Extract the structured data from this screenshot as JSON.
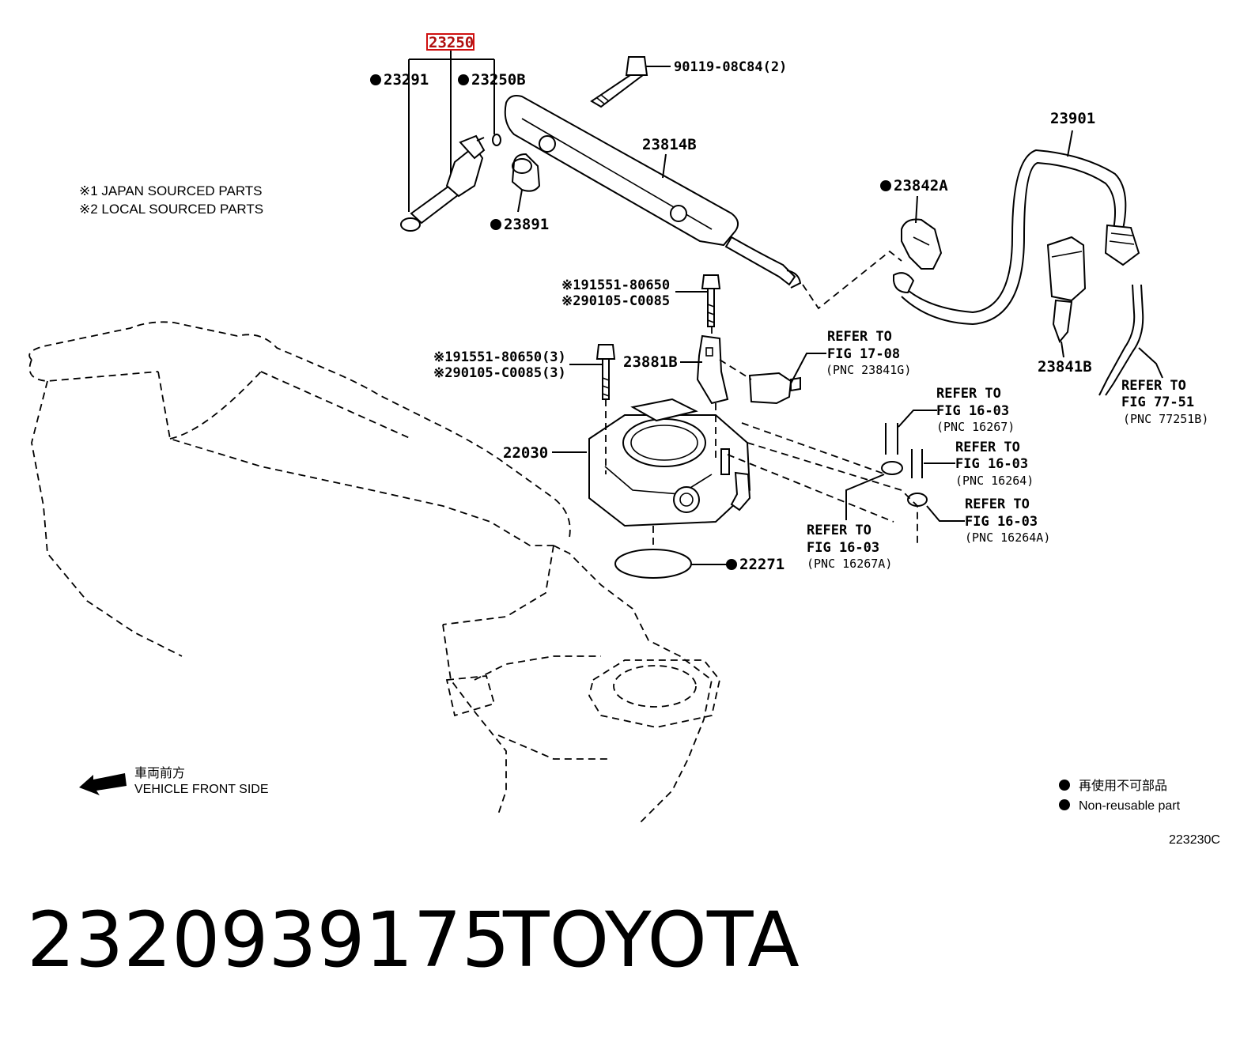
{
  "callouts": {
    "injector_assy": "23250",
    "bolt_90119": "90119-08C84(2)",
    "o_ring_23291": "23291",
    "o_ring_23250B": "23250B",
    "delivery_pipe": "23814B",
    "fuel_tube": "23901",
    "clamp_23842A": "23842A",
    "insulator_23891": "23891",
    "bolt_top_1": "※191551-80650",
    "bolt_top_2": "※290105-C0085",
    "bolt_side_1": "※191551-80650(3)",
    "bolt_side_2": "※290105-C0085(3)",
    "bracket_23881B": "23881B",
    "throttle_body": "22030",
    "gasket": "22271",
    "connector_23841B": "23841B"
  },
  "refers": [
    {
      "l1": "REFER TO",
      "l2": "FIG 17-08",
      "l3": "(PNC 23841G)"
    },
    {
      "l1": "REFER TO",
      "l2": "FIG 16-03",
      "l3": "(PNC 16267)"
    },
    {
      "l1": "REFER TO",
      "l2": "FIG 16-03",
      "l3": "(PNC 16264)"
    },
    {
      "l1": "REFER TO",
      "l2": "FIG 16-03",
      "l3": "(PNC 16264A)"
    },
    {
      "l1": "REFER TO",
      "l2": "FIG 16-03",
      "l3": "(PNC 16267A)"
    },
    {
      "l1": "REFER TO",
      "l2": "FIG 77-51",
      "l3": "(PNC 77251B)"
    }
  ],
  "notes": {
    "japan": "※1 JAPAN SOURCED PARTS",
    "local": "※2 LOCAL SOURCED PARTS",
    "front_jp": "車両前方",
    "front_en": "VEHICLE FRONT SIDE",
    "legend_jp": "再使用不可部品",
    "legend_en": "Non-reusable part",
    "figure_code": "223230C"
  },
  "footer": {
    "part_number": "2320939175",
    "brand": "TOYOTA"
  },
  "colors": {
    "highlight": "#d01010",
    "line": "#000000"
  }
}
